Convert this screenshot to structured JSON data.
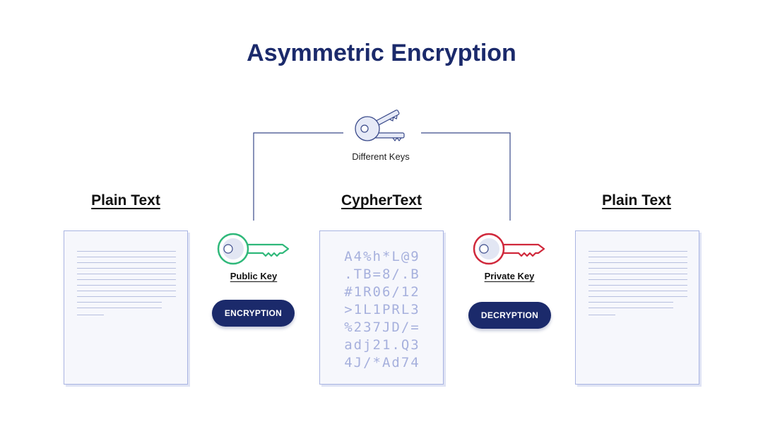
{
  "title": "Asymmetric Encryption",
  "headings": {
    "plain_left": "Plain Text",
    "cipher": "CypherText",
    "plain_right": "Plain Text"
  },
  "center_key": {
    "label": "Different Keys",
    "icon": "keys-icon"
  },
  "public_key": {
    "label": "Public Key",
    "icon": "key-icon",
    "color": "#2fb87a"
  },
  "private_key": {
    "label": "Private Key",
    "icon": "key-icon",
    "color": "#d0283b"
  },
  "buttons": {
    "encryption": "ENCRYPTION",
    "decryption": "DECRYPTION"
  },
  "cipher_text": [
    "A4%h*L@9",
    ".TB=8/.B",
    "#1R06/12",
    ">1L1PRL3",
    "%237JD/=",
    "adj21.Q3",
    "4J/*Ad74"
  ],
  "colors": {
    "navy": "#1b2a6b",
    "doc_border": "#a9b4e2",
    "cipher_text": "#a6b0dd",
    "connector": "#3a4a8a"
  }
}
